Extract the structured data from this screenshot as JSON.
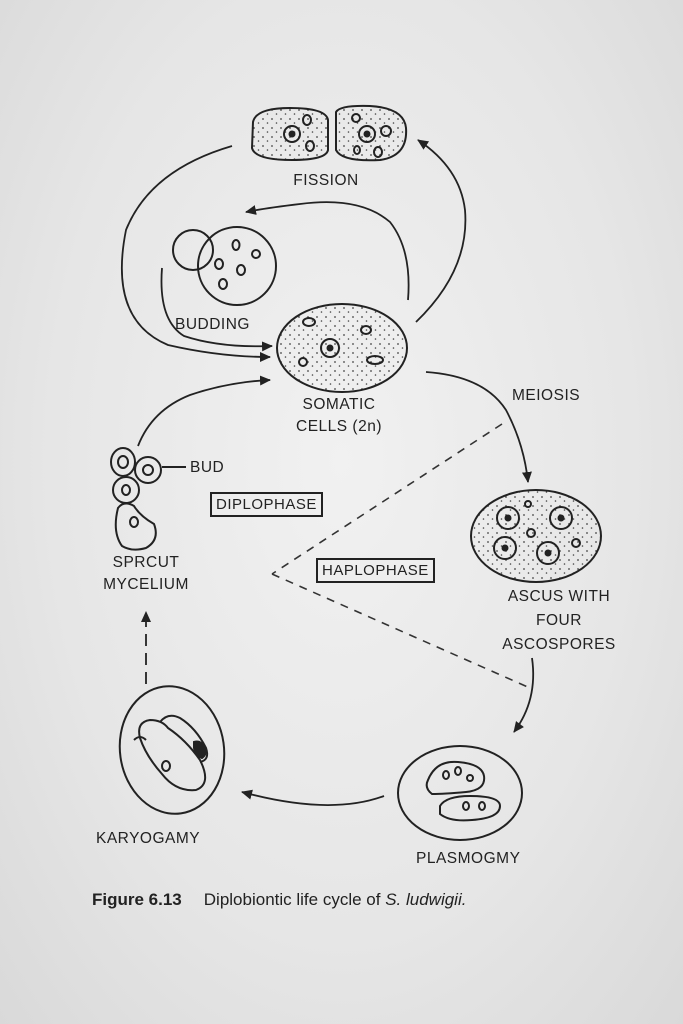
{
  "labels": {
    "fission": "FISSION",
    "budding": "BUDDING",
    "somatic_line1": "SOMATIC",
    "somatic_line2": "CELLS (2n)",
    "meiosis": "MEIOSIS",
    "bud": "BUD",
    "diplophase": "DIPLOPHASE",
    "haplophase": "HAPLOPHASE",
    "sprout_line1": "SPRCUT",
    "sprout_line2": "MYCELIUM",
    "ascus_line1": "ASCUS WITH",
    "ascus_line2": "FOUR",
    "ascus_line3": "ASCOSPORES",
    "karyogamy": "KARYOGAMY",
    "plasmogamy": "PLASMOGMY"
  },
  "caption": {
    "number": "Figure 6.13",
    "text": "Diplobiontic life cycle of",
    "species": "S. ludwigii."
  },
  "colors": {
    "ink": "#222222",
    "paper": "#ececec"
  }
}
